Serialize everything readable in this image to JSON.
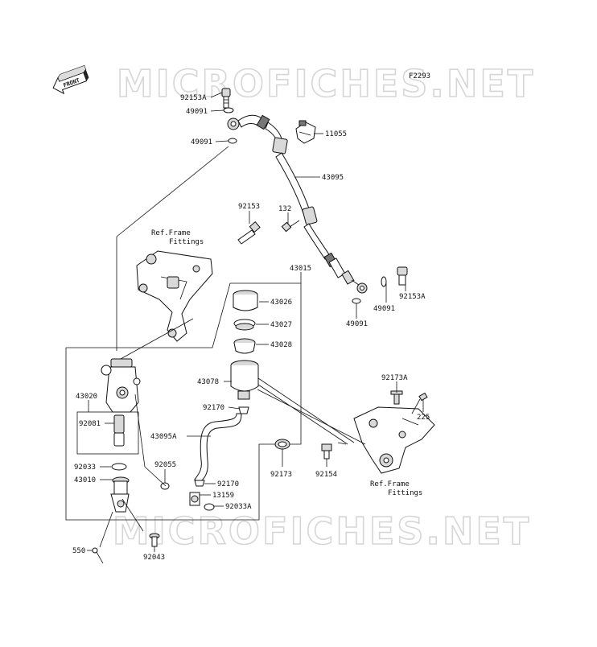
{
  "diagram_code": "F2293",
  "watermark": "MICROFICHES.NET",
  "front_label": "FRONT",
  "ref_frame_top": [
    "Ref.Frame",
    "Fittings"
  ],
  "ref_frame_bottom": [
    "Ref.Frame",
    "Fittings"
  ],
  "part_labels": [
    "92153A",
    "49091",
    "49091",
    "11055",
    "43095",
    "92153",
    "132",
    "43015",
    "43026",
    "43027",
    "43028",
    "43078",
    "92170",
    "43095A",
    "43020",
    "92081",
    "92033",
    "43010",
    "92055",
    "92170",
    "13159",
    "92033A",
    "92173",
    "92154",
    "92173A",
    "225",
    "49091",
    "92153A",
    "49091",
    "550",
    "92043"
  ]
}
